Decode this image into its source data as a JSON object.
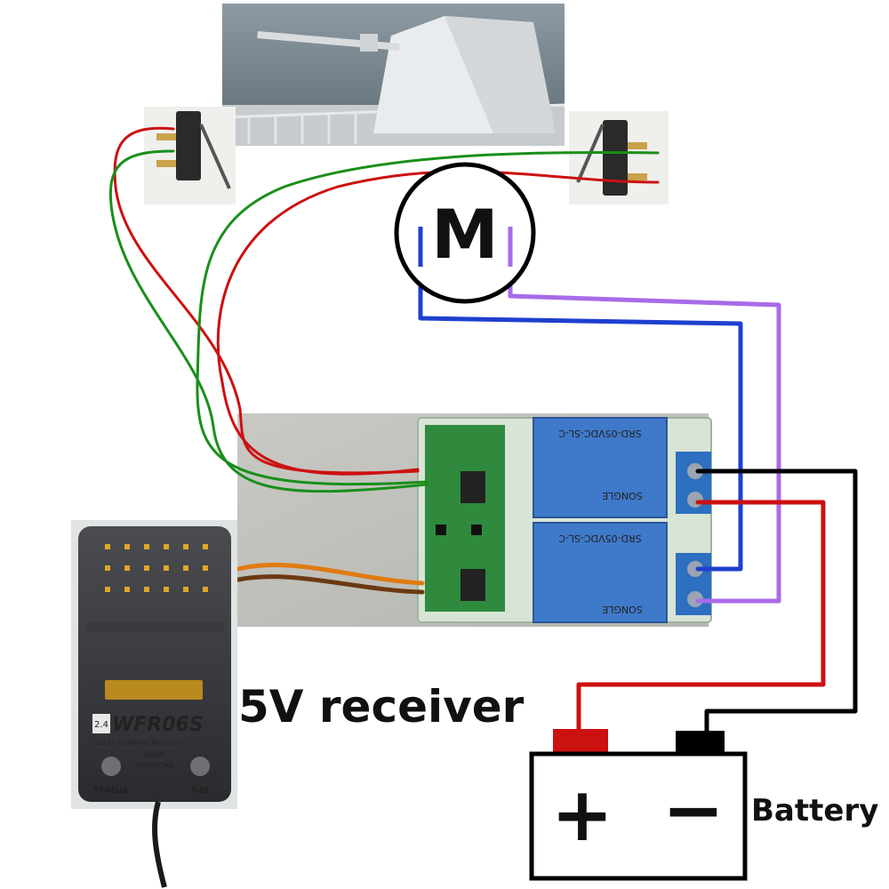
{
  "labels": {
    "motor": "M",
    "receiver": "5V receiver",
    "battery": "Battery",
    "battery_plus": "+",
    "battery_minus": "−"
  },
  "receiver_device": {
    "model": "WFR06S",
    "badge": "2.4",
    "subtitle": "12 Bit 6 Channel Receiver",
    "code": "6086",
    "mode": "PPM/PCMS",
    "status_button": "Status",
    "set_button": "Set"
  },
  "relays": [
    {
      "model": "SRD-05VDC-SL-C",
      "brand": "SONGLE"
    },
    {
      "model": "SRD-05VDC-SL-C",
      "brand": "SONGLE"
    }
  ],
  "wire_colors": {
    "red": "#cc1111",
    "green": "#1a8f1a",
    "blue": "#1f3fcf",
    "purple": "#a86be8",
    "black": "#000000",
    "servo_orange": "#e07a10",
    "servo_brown": "#6b3a12"
  }
}
